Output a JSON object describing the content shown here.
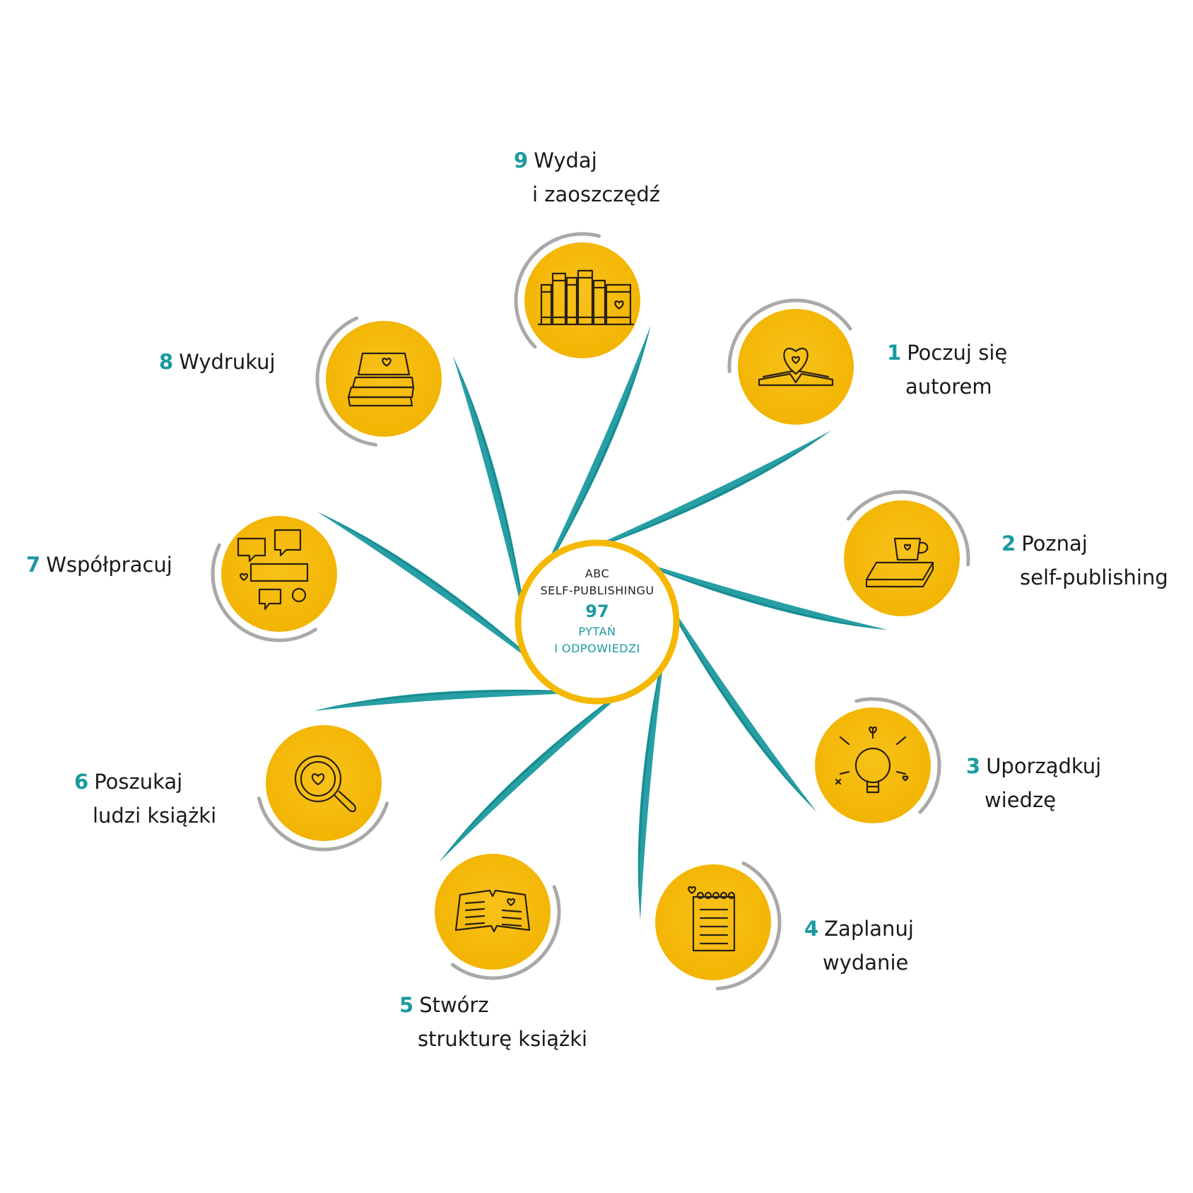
{
  "colors": {
    "teal": "#1a9aa0",
    "teal_dark": "#11777c",
    "yellow": "#f5b800",
    "gray_ring": "#a9a9a9",
    "text": "#1a1a1a"
  },
  "center": {
    "line1": "ABC",
    "line2": "SELF-PUBLISHINGU",
    "number": "97",
    "line3": "PYTAŃ",
    "line4": "I ODPOWIEDZI"
  },
  "steps": [
    {
      "num": "1",
      "line1": "Poczuj się",
      "line2": "autorem",
      "icon": "open-book-heart-icon"
    },
    {
      "num": "2",
      "line1": "Poznaj",
      "line2": "self-publishing",
      "icon": "book-cup-icon"
    },
    {
      "num": "3",
      "line1": "Uporządkuj",
      "line2": "wiedzę",
      "icon": "lightbulb-icon"
    },
    {
      "num": "4",
      "line1": "Zaplanuj",
      "line2": "wydanie",
      "icon": "notepad-icon"
    },
    {
      "num": "5",
      "line1": "Stwórz",
      "line2": "strukturę książki",
      "icon": "book-draft-icon"
    },
    {
      "num": "6",
      "line1": "Poszukaj",
      "line2": "ludzi książki",
      "icon": "magnifier-heart-icon"
    },
    {
      "num": "7",
      "line1": "Współpracuj",
      "line2": "",
      "icon": "speech-bubbles-icon"
    },
    {
      "num": "8",
      "line1": "Wydrukuj",
      "line2": "",
      "icon": "book-stack-icon"
    },
    {
      "num": "9",
      "line1": "Wydaj",
      "line2": "i zaoszczędź",
      "icon": "bookshelf-icon"
    }
  ]
}
